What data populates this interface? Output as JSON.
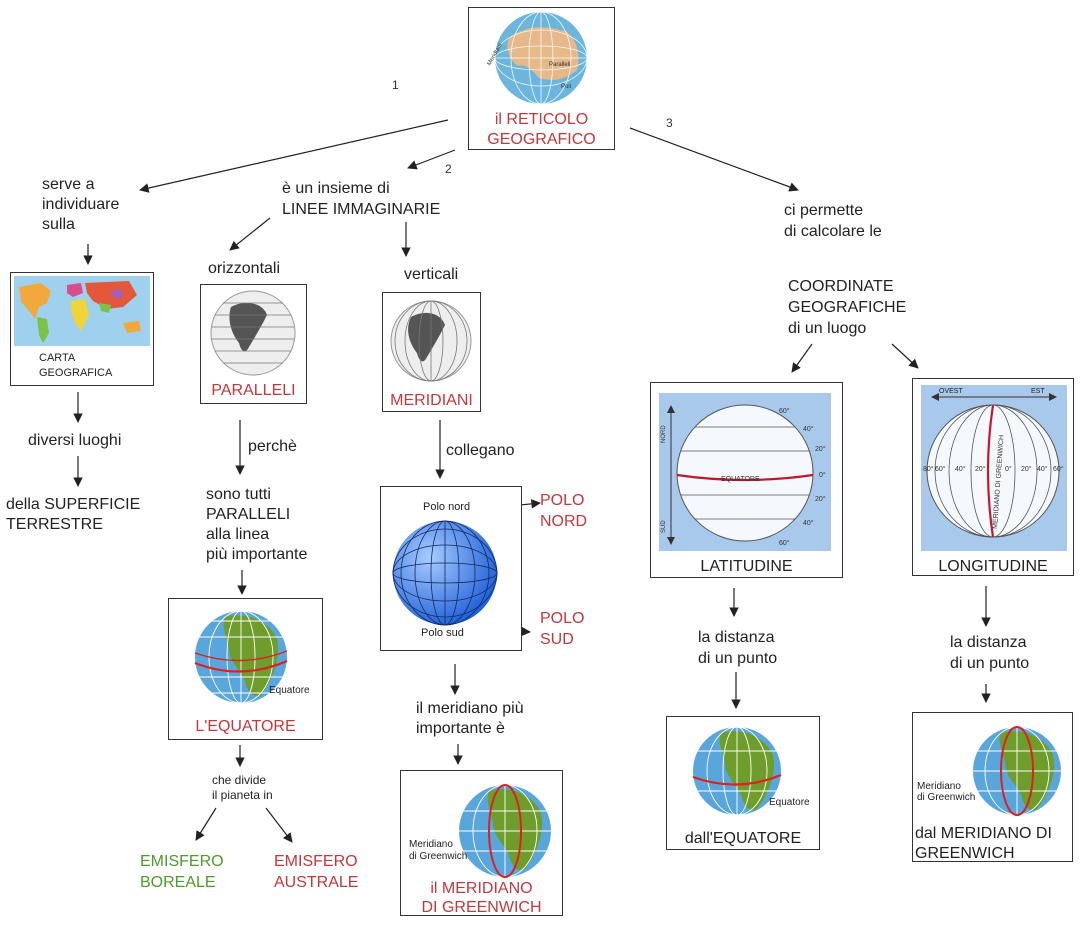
{
  "root": {
    "line1": "il RETICOLO",
    "line2": "GEOGRAFICO",
    "globe_labels": [
      "Meridiani",
      "Paralleli",
      "Poli"
    ]
  },
  "branch_numbers": [
    "1",
    "2",
    "3"
  ],
  "branch1": {
    "text": [
      "serve a",
      "individuare",
      "sulla"
    ],
    "map_caption": [
      "CARTA",
      "GEOGRAFICA"
    ],
    "places": "diversi luoghi",
    "surface": [
      "della SUPERFICIE",
      "TERRESTRE"
    ]
  },
  "branch2": {
    "text": [
      "è un insieme di",
      "LINEE IMMAGINARIE"
    ],
    "horizontal": "orizzontali",
    "vertical": "verticali",
    "paralleli": "PARALLELI",
    "meridiani": "MERIDIANI",
    "perche": "perchè",
    "because": [
      "sono tutti",
      "PARALLELI",
      "alla linea",
      "più importante"
    ],
    "equator_label": "Equatore",
    "equatore": "L'EQUATORE",
    "divides": [
      "che divide",
      "il pianeta in"
    ],
    "boreale": [
      "EMISFERO",
      "BOREALE"
    ],
    "australe": [
      "EMISFERO",
      "AUSTRALE"
    ],
    "collegano": "collegano",
    "polo_nord_small": "Polo nord",
    "polo_sud_small": "Polo sud",
    "polo_nord": [
      "POLO",
      "NORD"
    ],
    "polo_sud": [
      "POLO",
      "SUD"
    ],
    "most_important": [
      "il meridiano più",
      "importante è"
    ],
    "greenwich_label": [
      "Meridiano",
      "di Greenwich"
    ],
    "greenwich": [
      "il MERIDIANO",
      "DI GREENWICH"
    ]
  },
  "branch3": {
    "text": [
      "ci permette",
      "di calcolare le"
    ],
    "coords": [
      "COORDINATE",
      "GEOGRAFICHE",
      "di un luogo"
    ],
    "lat_caption": "LATITUDINE",
    "lon_caption": "LONGITUDINE",
    "lat_axis": {
      "nord": "NORD",
      "sud": "SUD",
      "equator": "EQUATORE",
      "ticks": [
        "60°",
        "40°",
        "20°",
        "0°",
        "20°",
        "40°",
        "60°"
      ]
    },
    "lon_axis": {
      "ovest": "OVEST",
      "est": "EST",
      "meridian": "MERIDIANO DI GREENWICH",
      "ticks_left": [
        "80°",
        "60°",
        "40°",
        "20°"
      ],
      "ticks_right": [
        "0°",
        "20°",
        "40°",
        "60°"
      ]
    },
    "distance_lat": [
      "la distanza",
      "di un punto"
    ],
    "distance_lon": [
      "la distanza",
      "di un punto"
    ],
    "from_equator": "dall'EQUATORE",
    "from_greenwich": [
      "dal MERIDIANO DI",
      "GREENWICH"
    ],
    "equator_label": "Equatore",
    "greenwich_label": [
      "Meridiano",
      "di Greenwich"
    ]
  },
  "colors": {
    "red": "#c0393b",
    "green": "#4f9a2e",
    "ocean": "#5aa9d6",
    "land": "#6e9d2c",
    "chart_bg": "#a9c9ec"
  }
}
